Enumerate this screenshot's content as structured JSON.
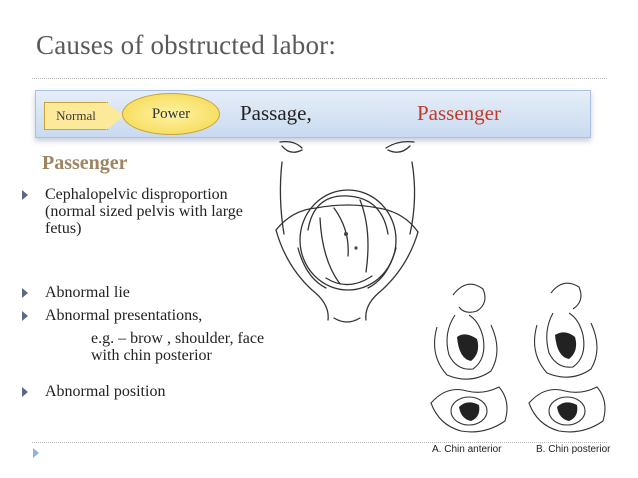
{
  "slide": {
    "title": "Causes of obstructed labor:",
    "banner": {
      "normal": "Normal",
      "power": "Power",
      "passage": "Passage,",
      "passenger": "Passenger"
    },
    "subheading": "Passenger",
    "bullets": [
      "Cephalopelvic disproportion (normal sized pelvis with large fetus)",
      "Abnormal lie",
      "Abnormal presentations,",
      "Abnormal position"
    ],
    "sub_bullet": "e.g. – brow , shoulder, face with chin posterior",
    "figure_captions": {
      "chin_anterior": "A. Chin anterior",
      "chin_posterior": "B. Chin posterior"
    },
    "colors": {
      "title": "#595959",
      "passenger_accent": "#c0392b",
      "subheading": "#9c8560",
      "banner_fill": "#c9daf0",
      "pill_fill": "#fde99a",
      "bullet_marker": "#5a6a86"
    },
    "icons": [
      "triangle-bullet-icon",
      "slide-navigation-arrow-icon"
    ]
  }
}
